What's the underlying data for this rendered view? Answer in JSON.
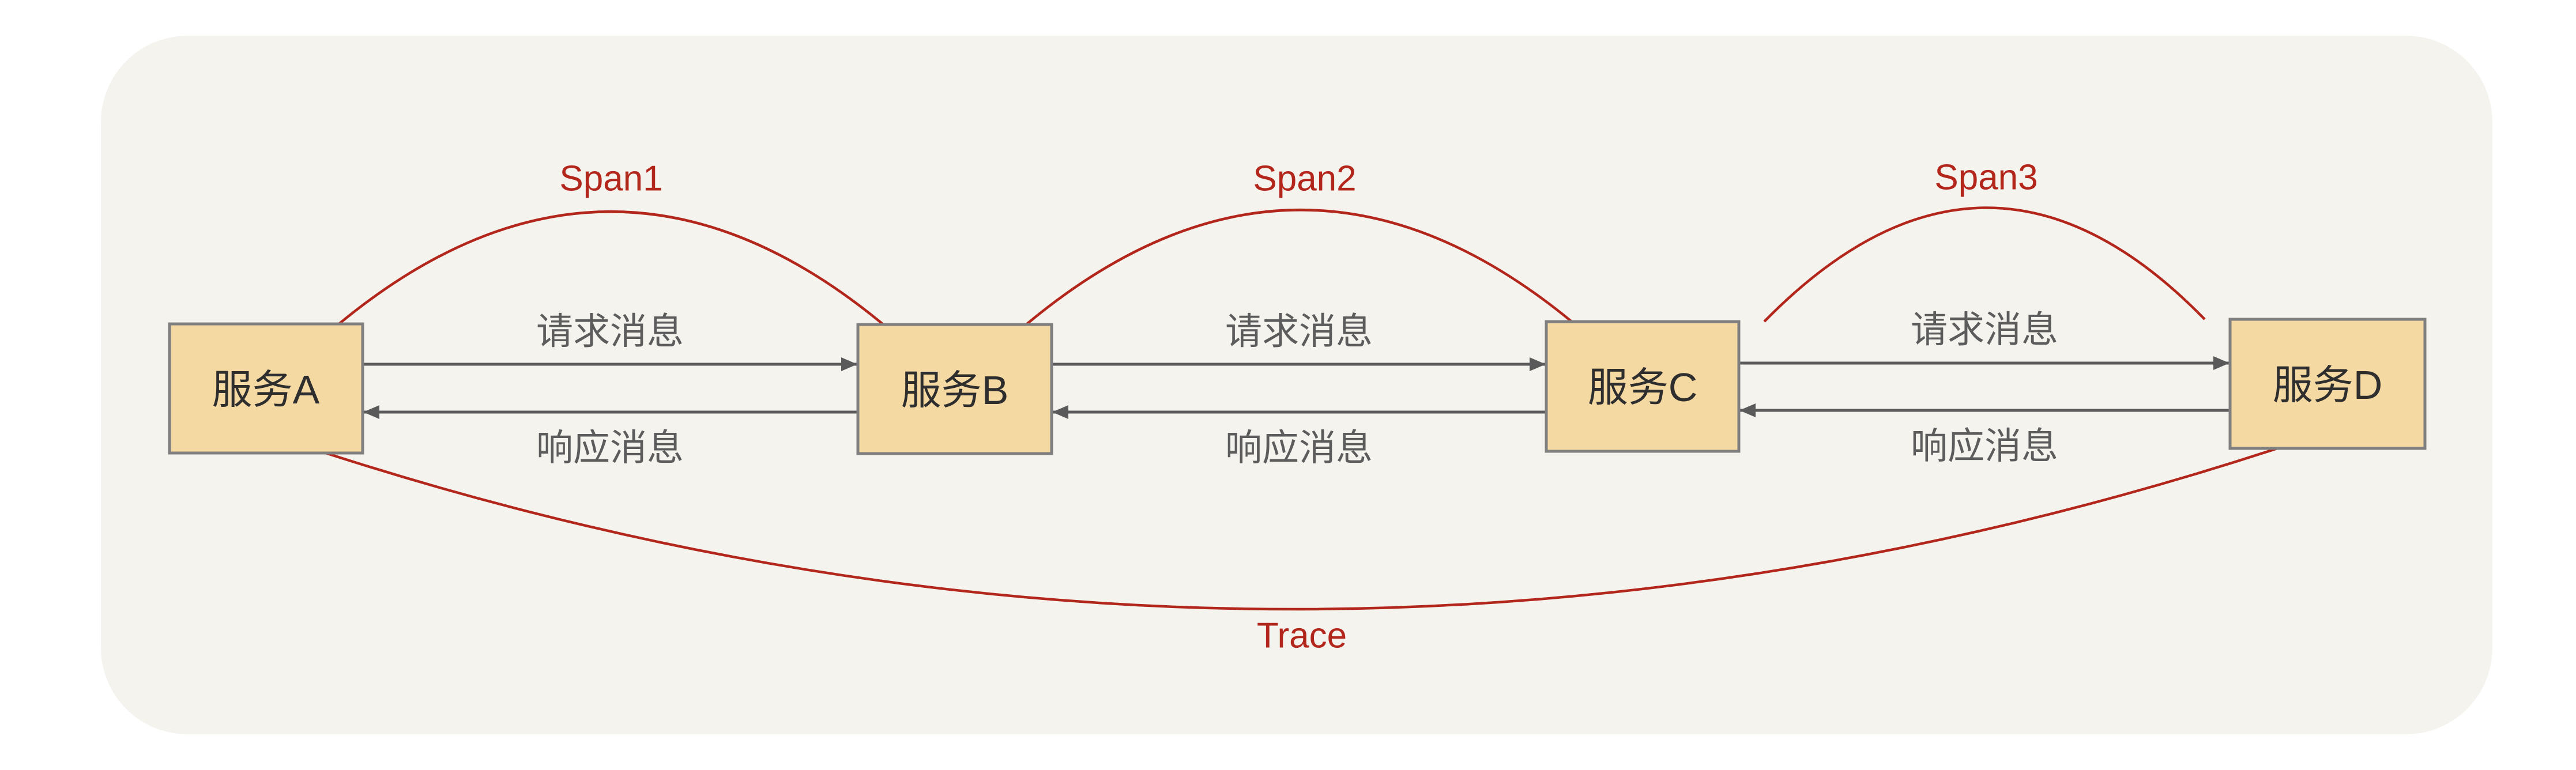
{
  "colors": {
    "page_bg": "#ffffff",
    "panel_bg": "#f4f3ee",
    "box_fill": "#f5d9a3",
    "box_border": "#7f7f7f",
    "box_text": "#2e2e2e",
    "arrow": "#5a5a5a",
    "message_text": "#5c5c5c",
    "trace_red": "#b3261c"
  },
  "services": [
    {
      "label": "服务A"
    },
    {
      "label": "服务B"
    },
    {
      "label": "服务C"
    },
    {
      "label": "服务D"
    }
  ],
  "messages": {
    "request": "请求消息",
    "response": "响应消息"
  },
  "spans": [
    {
      "label": "Span1",
      "from": "服务A",
      "to": "服务B"
    },
    {
      "label": "Span2",
      "from": "服务B",
      "to": "服务C"
    },
    {
      "label": "Span3",
      "from": "服务C",
      "to": "服务D"
    }
  ],
  "trace": {
    "label": "Trace",
    "from": "服务A",
    "to": "服务D"
  }
}
